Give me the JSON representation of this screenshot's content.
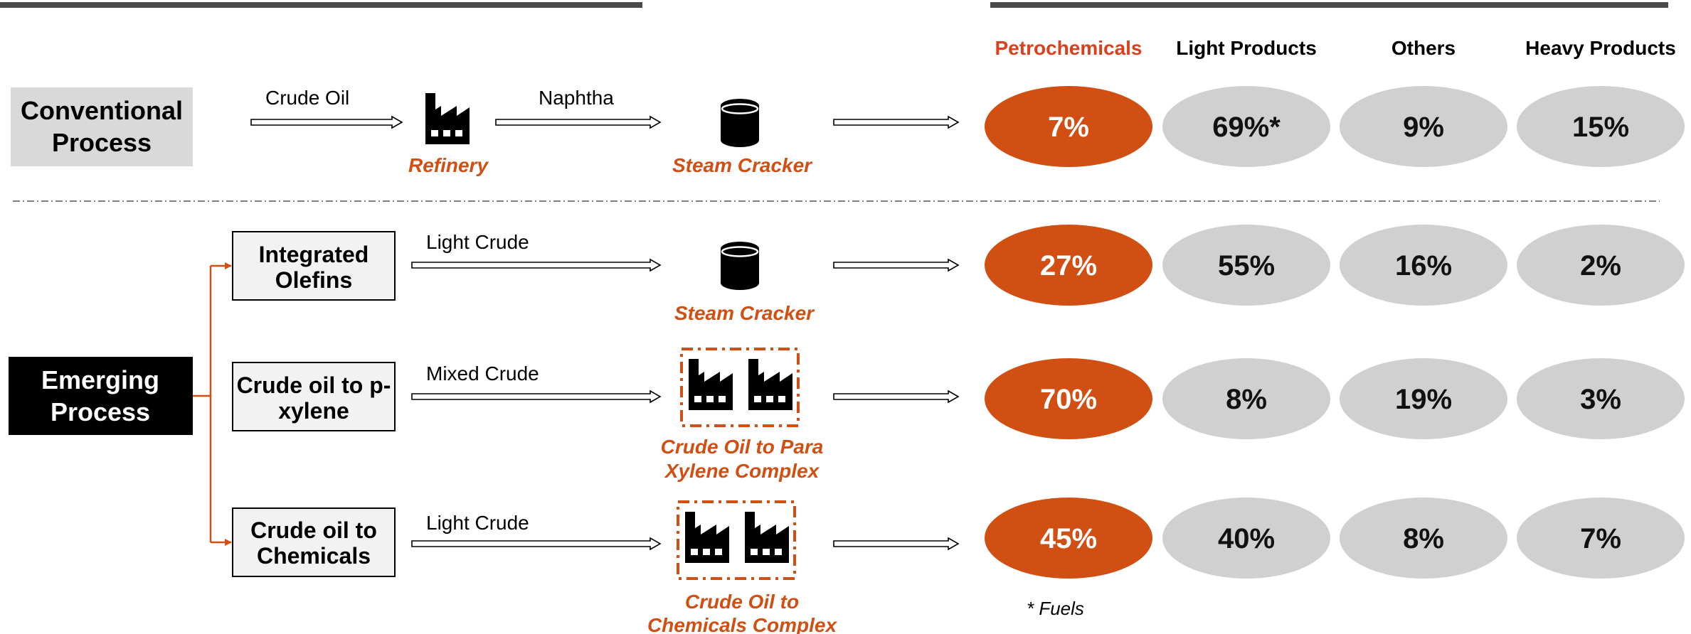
{
  "colors": {
    "accent": "#d14f12",
    "header_accent": "#d9401b",
    "grey_pill": "#d0d0d0",
    "conventional_box": "#d9d9d9",
    "emerging_box": "#000000",
    "bar": "#4a4a4a"
  },
  "columns": [
    "Petrochemicals",
    "Light Products",
    "Others",
    "Heavy Products"
  ],
  "conventional": {
    "label_line1": "Conventional",
    "label_line2": "Process",
    "edge1": "Crude Oil",
    "edge2": "Naphtha",
    "plant1": "Refinery",
    "plant2": "Steam Cracker",
    "plant1_icon": "factory-icon",
    "plant2_icon": "storage-tank-icon",
    "values": [
      "7%",
      "69%*",
      "9%",
      "15%"
    ]
  },
  "emerging": {
    "label_line1": "Emerging",
    "label_line2": "Process",
    "routes": [
      {
        "box_line1": "Integrated",
        "box_line2": "Olefins",
        "feed": "Light Crude",
        "icon": "storage-tank-icon",
        "plant_line1": "Steam Cracker",
        "plant_line2": "",
        "values": [
          "27%",
          "55%",
          "16%",
          "2%"
        ]
      },
      {
        "box_line1": "Crude oil to p-",
        "box_line2": "xylene",
        "feed": "Mixed Crude",
        "icon": "twin-factory-icon",
        "plant_line1": "Crude Oil to Para",
        "plant_line2": "Xylene Complex",
        "values": [
          "70%",
          "8%",
          "19%",
          "3%"
        ]
      },
      {
        "box_line1": "Crude oil to",
        "box_line2": "Chemicals",
        "feed": "Light Crude",
        "icon": "twin-factory-icon",
        "plant_line1": "Crude Oil to",
        "plant_line2": "Chemicals Complex",
        "values": [
          "45%",
          "40%",
          "8%",
          "7%"
        ]
      }
    ]
  },
  "footnote": "* Fuels"
}
